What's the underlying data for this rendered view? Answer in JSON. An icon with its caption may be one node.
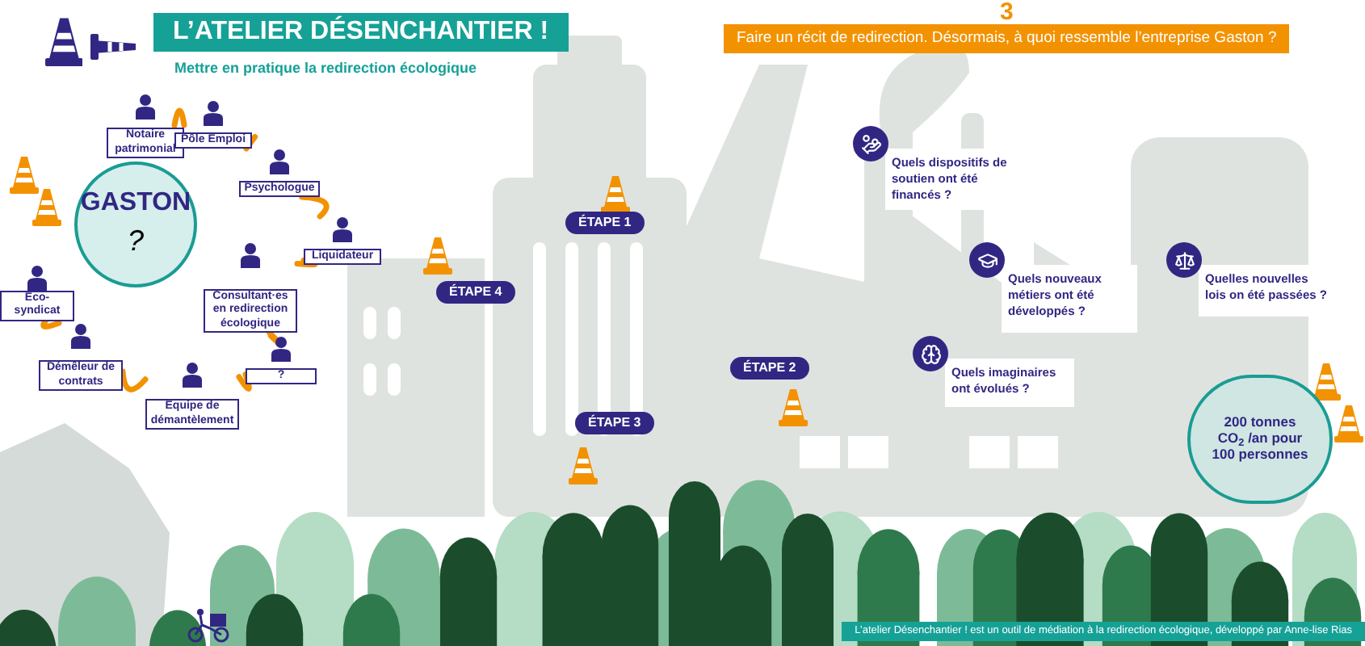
{
  "diagram": {
    "title": "L’ATELIER DÉSENCHANTIER !",
    "nodes": [
      {
        "text": [
          "GASTON",
          "?"
        ]
      },
      {
        "text": [
          "Notaire patrimonial"
        ]
      },
      {
        "text": [
          "Pôle Emploi"
        ]
      },
      {
        "text": [
          "Psychologue"
        ]
      },
      {
        "text": [
          "Liquidateur"
        ]
      },
      {
        "text": [
          "Consultant·es en redirection écologique"
        ]
      },
      {
        "text": [
          "?"
        ]
      },
      {
        "text": [
          "Equipe de démantèlement"
        ]
      },
      {
        "text": [
          "Démêleur de contrats"
        ]
      },
      {
        "text": [
          "Eco-syndicat"
        ]
      },
      {
        "text": [
          "ÉTAPE 1"
        ]
      },
      {
        "text": [
          "ÉTAPE 2"
        ]
      },
      {
        "text": [
          "ÉTAPE 3"
        ]
      },
      {
        "text": [
          "ÉTAPE 4"
        ]
      },
      {
        "text": [
          "Quels dispositifs de soutien ont été financés ?"
        ]
      },
      {
        "text": [
          "Quels nouveaux métiers ont été développés ?"
        ]
      },
      {
        "text": [
          "Quelles nouvelles lois on été passées ?"
        ]
      },
      {
        "text": [
          "Quels imaginaires ont évolués ?"
        ]
      },
      {
        "text": [
          "200 tonnes CO$_{2}$ /an pour 100 personnes"
        ]
      },
      {
        "text": [
          "Faire un récit de redirection. Désormais, à quoi ressemble l’entreprise Gaston ?"
        ],
        "beside": [
          "3"
        ]
      },
      {
        "text": [
          "L’atelier Désenchantier ! est un outil de médiation à la redirection écologique, développé par Anne-lise Rias"
        ]
      }
    ],
    "edges": [
      {
        "from": 1,
        "to": 2,
        "arrow": "none"
      },
      {
        "from": 2,
        "to": 3,
        "arrow": "none"
      },
      {
        "from": 3,
        "to": 4,
        "arrow": "none"
      },
      {
        "from": 4,
        "to": 5,
        "arrow": "none"
      },
      {
        "from": 5,
        "to": 6,
        "arrow": "none"
      },
      {
        "from": 6,
        "to": 7,
        "arrow": "none"
      },
      {
        "from": 7,
        "to": 8,
        "arrow": "none"
      },
      {
        "from": 8,
        "to": 9,
        "arrow": "none"
      }
    ],
    "labels": [
      "Mettre en pratique la redirection écologique"
    ]
  }
}
